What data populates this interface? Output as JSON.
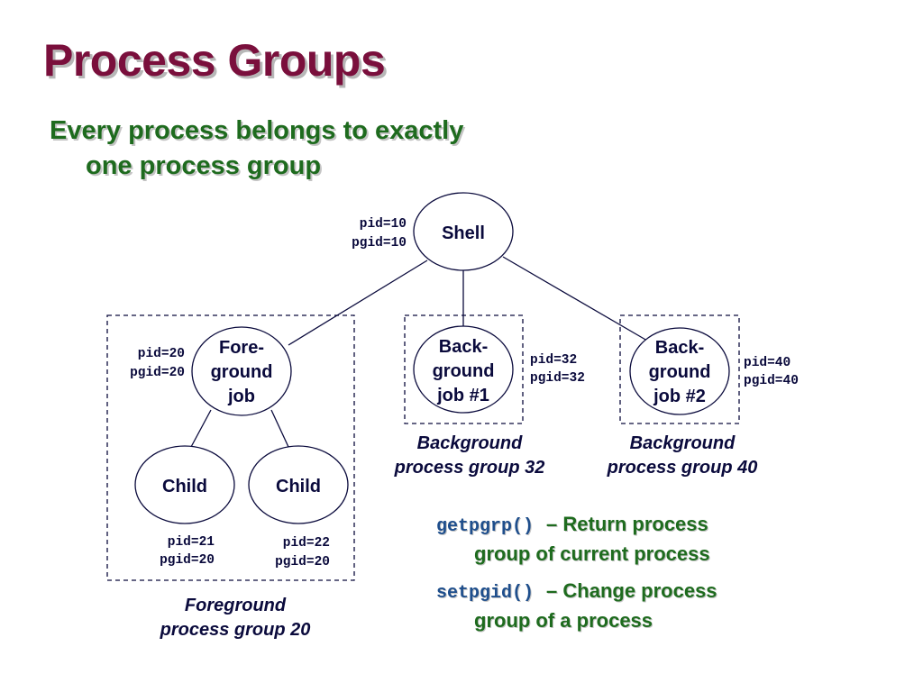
{
  "slide": {
    "title": "Process Groups",
    "bullet": {
      "line1": "Every process belongs to exactly",
      "line2": "one process group"
    }
  },
  "nodes": {
    "shell": {
      "label": "Shell",
      "pid": "pid=10",
      "pgid": "pgid=10"
    },
    "foreground_job": {
      "label_lines": [
        "Fore-",
        "ground",
        "job"
      ],
      "pid": "pid=20",
      "pgid": "pgid=20"
    },
    "child_1": {
      "label": "Child",
      "pid": "pid=21",
      "pgid": "pgid=20"
    },
    "child_2": {
      "label": "Child",
      "pid": "pid=22",
      "pgid": "pgid=20"
    },
    "background_job_1": {
      "label_lines": [
        "Back-",
        "ground",
        "job #1"
      ],
      "pid": "pid=32",
      "pgid": "pgid=32"
    },
    "background_job_2": {
      "label_lines": [
        "Back-",
        "ground",
        "job #2"
      ],
      "pid": "pid=40",
      "pgid": "pgid=40"
    }
  },
  "groups": {
    "foreground": {
      "lines": [
        "Foreground",
        "process group 20"
      ]
    },
    "background_32": {
      "lines": [
        "Background",
        "process group 32"
      ]
    },
    "background_40": {
      "lines": [
        "Background",
        "process group 40"
      ]
    }
  },
  "functions": [
    {
      "code": "getpgrp()",
      "line1": "– Return process",
      "line2": "group of current process"
    },
    {
      "code": "setpgid()",
      "line1": "–  Change process",
      "line2": "group of a process"
    }
  ],
  "colors": {
    "title": "#7a0f3c",
    "bullet": "#1e6b1e",
    "diagram": "#0a0a3c",
    "code": "#1e4e8c"
  }
}
